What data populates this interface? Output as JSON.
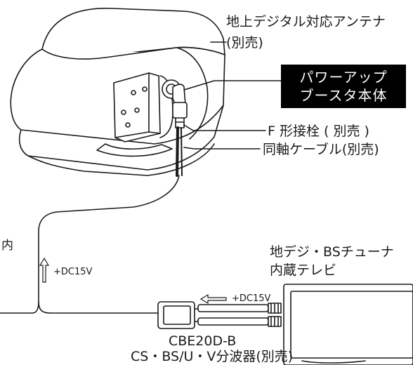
{
  "labels": {
    "antenna_line1": "地上デジタル対応アンテナ",
    "antenna_line2": "(別売)",
    "booster_line1": "パワーアップ",
    "booster_line2": "ブースタ本体",
    "f_connector": "F 形接栓 ( 別売 )",
    "coax_cable": "同軸ケーブル(別売)",
    "partial_left": "内",
    "dc_arrow_label_vertical": "+DC15V",
    "dc_arrow_label_horizontal": "+DC15V",
    "tv_line1": "地デジ・BSチューナ",
    "tv_line2": "内蔵テレビ",
    "splitter_model": "CBE20D-B",
    "splitter_desc": "CS・BS/U・V分波器(別売)"
  },
  "icons": {
    "up_arrow": "outlined-up-arrow-icon",
    "left_arrow": "outlined-left-arrow-icon"
  },
  "colors": {
    "line": "#1a1a1a",
    "booster_bg": "#000000",
    "booster_text": "#ffffff"
  }
}
